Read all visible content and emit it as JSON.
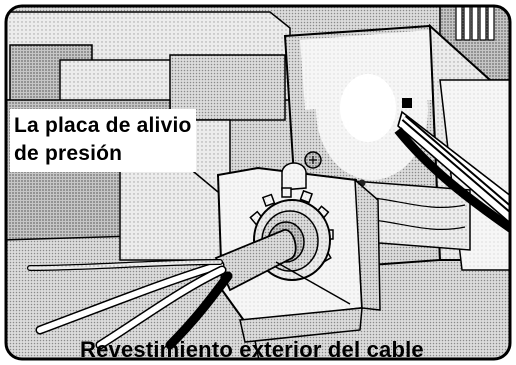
{
  "callouts": {
    "strain_relief_plate": {
      "line1": "La placa de alivio",
      "line2": "de presión"
    },
    "outer_cable_jacket": "Revestimiento exterior del cable"
  },
  "colors": {
    "background_white": "#ffffff",
    "stipple_dark": "#8c8c8c",
    "stipple_mid": "#b4b4b4",
    "stipple_light": "#d8d8d8",
    "outline": "#000000"
  },
  "icons": {
    "plate_screw": "screw-icon",
    "knockout_grommet": "grommet-icon"
  }
}
